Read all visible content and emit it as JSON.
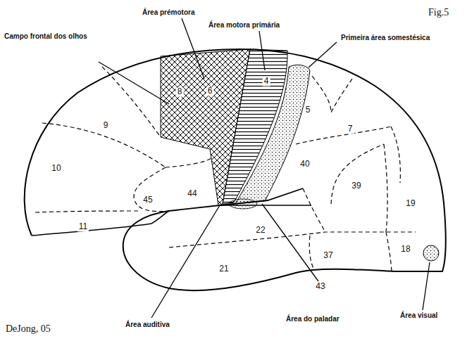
{
  "diagram": {
    "labels": [
      "Fig.5",
      "Área prémotora",
      "Área motora primária",
      "Campo frontal dos olhos",
      "Primeira área somestésica",
      "8",
      "6",
      "4",
      "5",
      "7",
      "9",
      "10",
      "40",
      "39",
      "19",
      "45",
      "44",
      "22",
      "43",
      "11",
      "21",
      "37",
      "18",
      "Área auditiva",
      "Área do paladar",
      "Área visual",
      "DeJong, 05"
    ]
  }
}
